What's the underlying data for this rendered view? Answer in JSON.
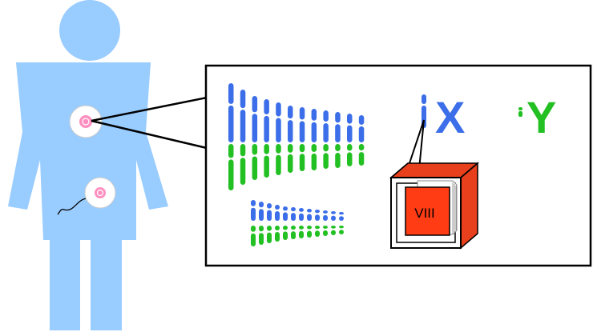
{
  "labels": {
    "x_chromosome": "X",
    "y_chromosome": "Y",
    "book_volume": "VIII"
  },
  "colors": {
    "body": "#99ccff",
    "maternal_chromosomes": "#3b6ee8",
    "paternal_chromosomes": "#22c022",
    "box_side": "#e8401c",
    "book": "#ff3c14",
    "nucleus": "#ff8fc0",
    "outline": "#000000"
  },
  "icons": {
    "figure": "human-figure-icon",
    "cell": "cell-icon",
    "sperm": "sperm-cell-icon",
    "chromosome": "chromosome-icon",
    "box": "book-box-icon",
    "book": "book-icon"
  }
}
